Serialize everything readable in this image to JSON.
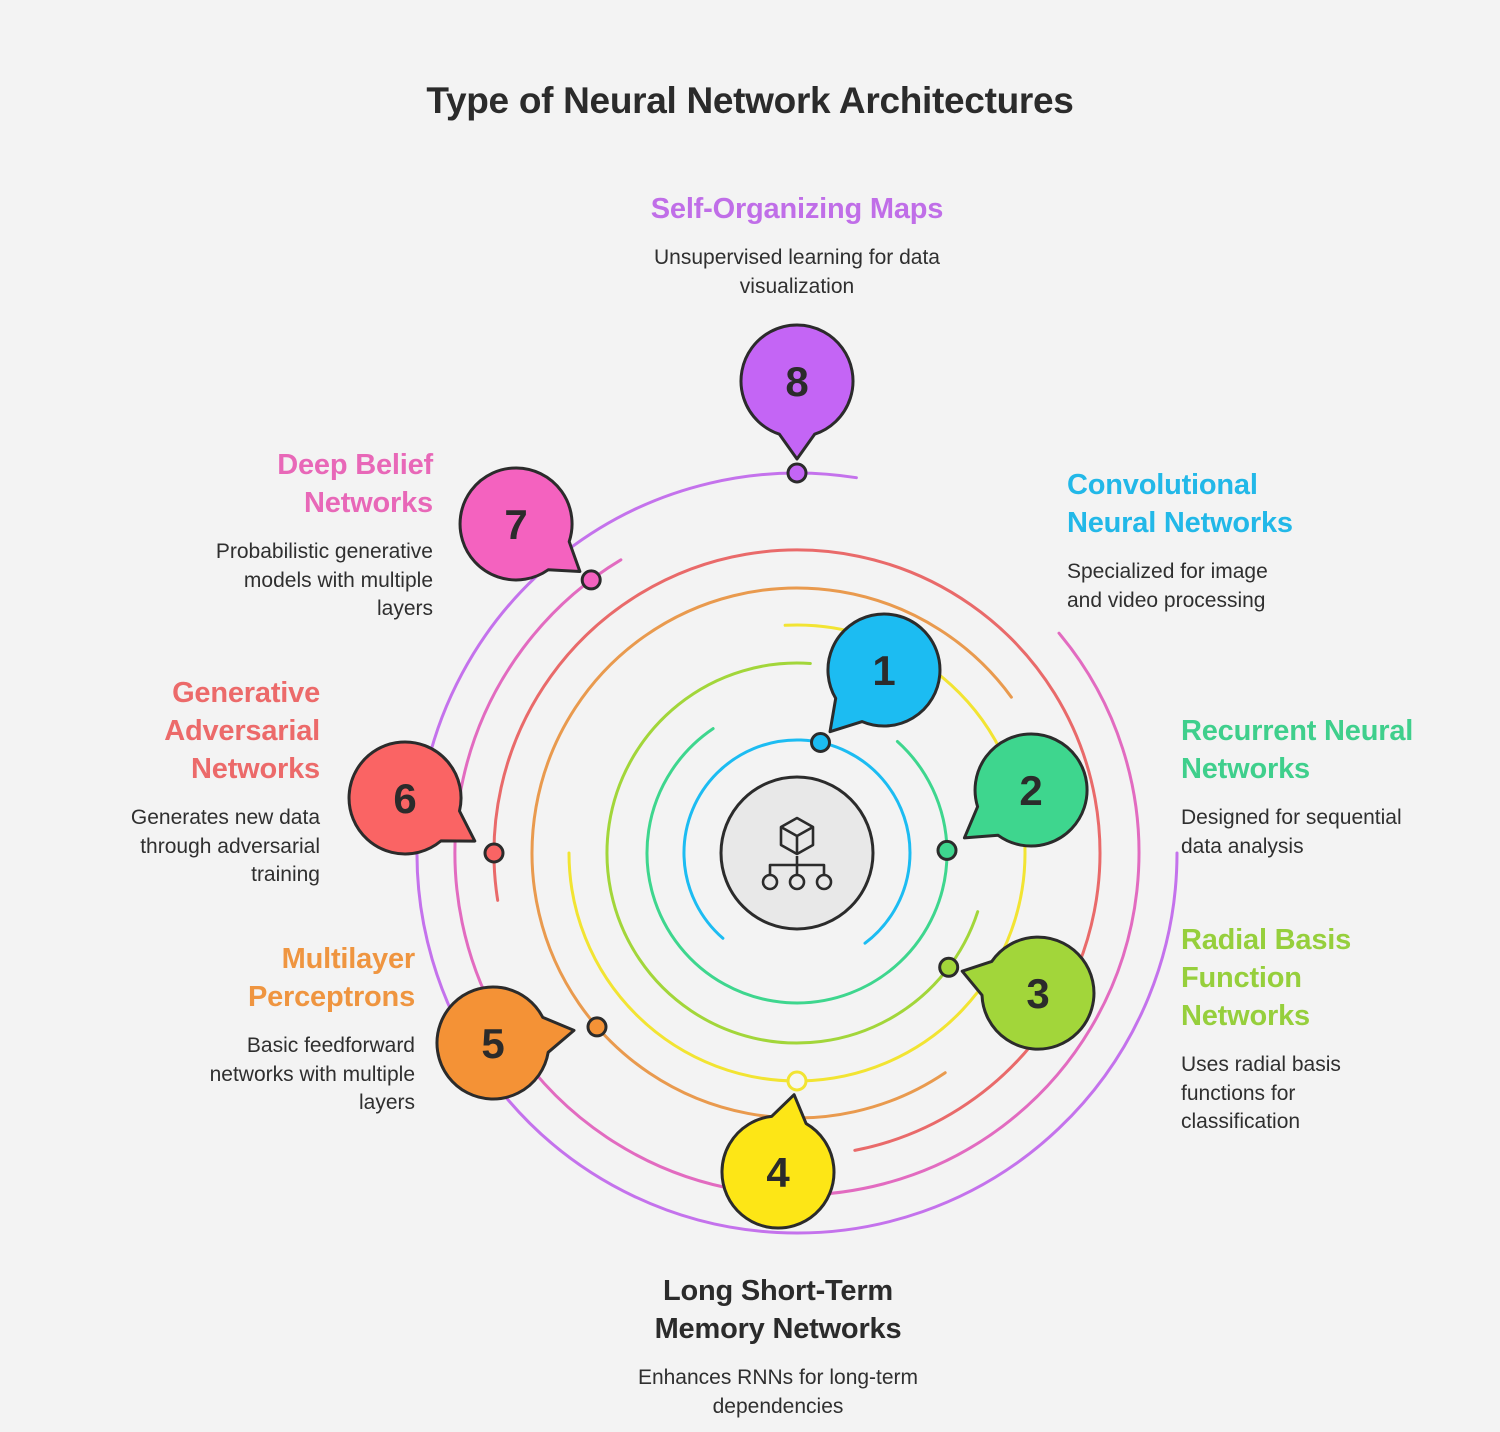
{
  "title": "Type of Neural Network Architectures",
  "center_icon": "cube-hierarchy-icon",
  "items": [
    {
      "number": "1",
      "title": "Convolutional Neural Networks",
      "title_lines": [
        "Convolutional",
        "Neural Networks"
      ],
      "description": "Specialized for image and video processing",
      "desc_lines": [
        "Specialized for image",
        "and video processing"
      ],
      "color": "#1cbcf2",
      "text_color": "#22b8e8"
    },
    {
      "number": "2",
      "title": "Recurrent Neural Networks",
      "title_lines": [
        "Recurrent Neural",
        "Networks"
      ],
      "description": "Designed for sequential data analysis",
      "desc_lines": [
        "Designed for sequential",
        "data analysis"
      ],
      "color": "#3ed68e",
      "text_color": "#3fcf8c"
    },
    {
      "number": "3",
      "title": "Radial Basis Function Networks",
      "title_lines": [
        "Radial Basis",
        "Function",
        "Networks"
      ],
      "description": "Uses radial basis functions for classification",
      "desc_lines": [
        "Uses radial basis",
        "functions for",
        "classification"
      ],
      "color": "#a2d63a",
      "text_color": "#96cf3c"
    },
    {
      "number": "4",
      "title": "Long Short-Term Memory Networks",
      "title_lines": [
        "Long Short-Term",
        "Memory Networks"
      ],
      "description": "Enhances RNNs for long-term dependencies",
      "desc_lines": [
        "Enhances RNNs for long-term",
        "dependencies"
      ],
      "color": "#fde616",
      "text_color": "#2b2b2b",
      "ring_color": "#f2e432"
    },
    {
      "number": "5",
      "title": "Multilayer Perceptrons",
      "title_lines": [
        "Multilayer",
        "Perceptrons"
      ],
      "description": "Basic feedforward networks with multiple layers",
      "desc_lines": [
        "Basic feedforward",
        "networks with multiple",
        "layers"
      ],
      "color": "#f49236",
      "text_color": "#ef9540",
      "ring_color": "#e99a4e"
    },
    {
      "number": "6",
      "title": "Generative Adversarial Networks",
      "title_lines": [
        "Generative",
        "Adversarial",
        "Networks"
      ],
      "description": "Generates new data through adversarial training",
      "desc_lines": [
        "Generates new data",
        "through adversarial",
        "training"
      ],
      "color": "#fa6464",
      "text_color": "#ec6a6a",
      "ring_color": "#e96a6a"
    },
    {
      "number": "7",
      "title": "Deep Belief Networks",
      "title_lines": [
        "Deep Belief",
        "Networks"
      ],
      "description": "Probabilistic generative models with multiple layers",
      "desc_lines": [
        "Probabilistic generative",
        "models with multiple",
        "layers"
      ],
      "color": "#f462bf",
      "text_color": "#e868b8",
      "ring_color": "#e26bc0"
    },
    {
      "number": "8",
      "title": "Self-Organizing Maps",
      "title_lines": [
        "Self-Organizing Maps"
      ],
      "description": "Unsupervised learning for data visualization",
      "desc_lines": [
        "Unsupervised learning for data",
        "visualization"
      ],
      "color": "#c465f5",
      "text_color": "#c06ee8",
      "ring_color": "#c472ec"
    }
  ]
}
